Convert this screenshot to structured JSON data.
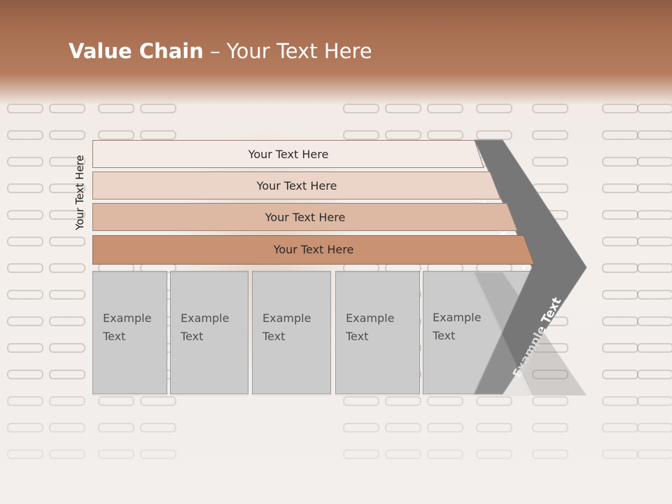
{
  "slide": {
    "title_bold": "Value Chain",
    "title_rest": " – Your Text Here",
    "side_label": "Your Text Here",
    "rows": [
      {
        "label": "Your Text Here",
        "color": "#f4ebe6"
      },
      {
        "label": "Your Text Here",
        "color": "#ebd5c8"
      },
      {
        "label": "Your Text Here",
        "color": "#ddb8a2"
      },
      {
        "label": "Your Text Here",
        "color": "#c89273"
      }
    ],
    "boxes": [
      {
        "label": "Example\nText"
      },
      {
        "label": "Example\nText"
      },
      {
        "label": "Example\nText"
      },
      {
        "label": "Example\nText"
      },
      {
        "label": "Example\nText"
      }
    ],
    "chevron_upper_label": "Example Text",
    "chevron_lower_label": "Example Text",
    "colors": {
      "header": "#b57c5e",
      "chevron": "#777777",
      "box": "#cbcbcb"
    }
  }
}
